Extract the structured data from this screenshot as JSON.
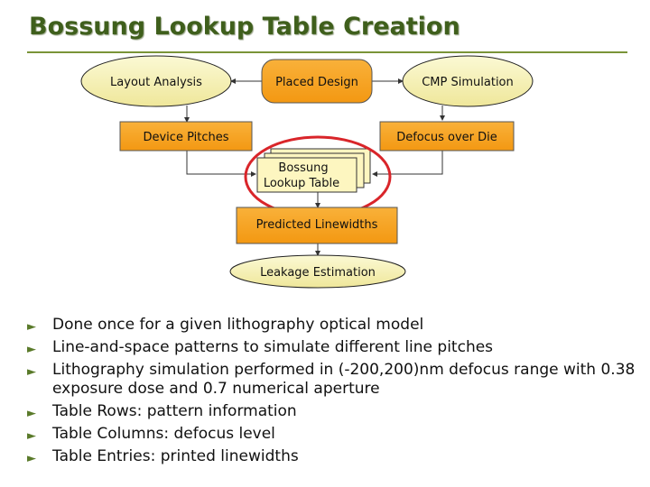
{
  "slide": {
    "title": "Bossung Lookup Table Creation"
  },
  "diagram": {
    "nodes": {
      "layout_analysis": "Layout Analysis",
      "placed_design": "Placed Design",
      "cmp_simulation": "CMP Simulation",
      "device_pitches": "Device Pitches",
      "defocus_over_die": "Defocus over Die",
      "bossung_lookup_line1": "Bossung",
      "bossung_lookup_line2": "Lookup Table",
      "predicted_linewidths": "Predicted Linewidths",
      "leakage_estimation": "Leakage Estimation"
    },
    "colors": {
      "ellipse_fill": "#f7f3b2",
      "orange_fill": "#f7a21b",
      "box_fill": "#fdf6c0",
      "highlight": "#d9252a"
    }
  },
  "bullets": [
    "Done once for a given lithography optical model",
    "Line-and-space patterns to simulate different line pitches",
    "Lithography simulation performed in (-200,200)nm defocus range with 0.38 exposure dose and 0.7 numerical aperture",
    "Table Rows: pattern information",
    "Table Columns: defocus level",
    "Table Entries: printed linewidths"
  ],
  "bullet_marker": "►"
}
